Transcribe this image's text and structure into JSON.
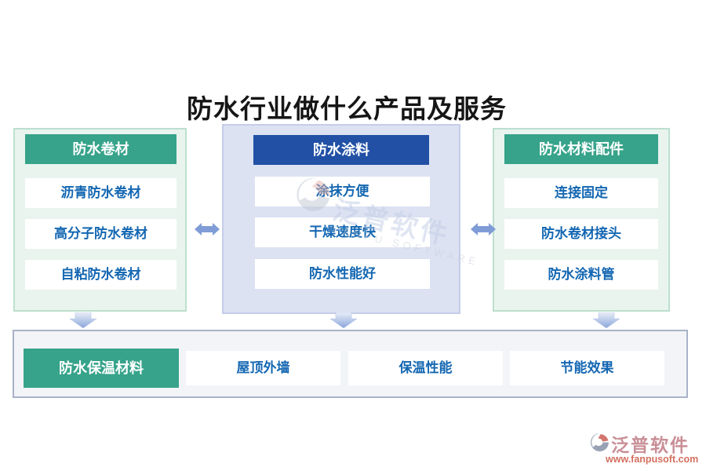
{
  "title": "防水行业做什么产品及服务",
  "columns": [
    {
      "header": "防水卷材",
      "items": [
        "沥青防水卷材",
        "高分子防水卷材",
        "自粘防水卷材"
      ]
    },
    {
      "header": "防水涂料",
      "items": [
        "涂抹方便",
        "干燥速度快",
        "防水性能好"
      ]
    },
    {
      "header": "防水材料配件",
      "items": [
        "连接固定",
        "防水卷材接头",
        "防水涂料管"
      ]
    }
  ],
  "bottom": {
    "lead": "防水保温材料",
    "items": [
      "屋顶外墙",
      "保温性能",
      "节能效果"
    ]
  },
  "watermark": {
    "name": "泛普软件",
    "latin": "FANPU SOFTWARE"
  },
  "logo": {
    "name": "泛普软件",
    "url": "www.fanpusoft.com"
  },
  "colors": {
    "header_green": "#36a38a",
    "header_blue": "#2150a5",
    "item_text_blue": "#1467b2",
    "panel_green_bg": "#e9f4ef",
    "panel_green_border": "#bcdfce",
    "panel_blue_bg": "#dce2f2",
    "panel_blue_border": "#c5cdea",
    "bottom_bg": "#f3f4f8",
    "bottom_border": "#a9b2c6",
    "arrow_blue": "#7f9cd6",
    "logo_text": "#c98f97",
    "logo_url": "#d4705f"
  }
}
